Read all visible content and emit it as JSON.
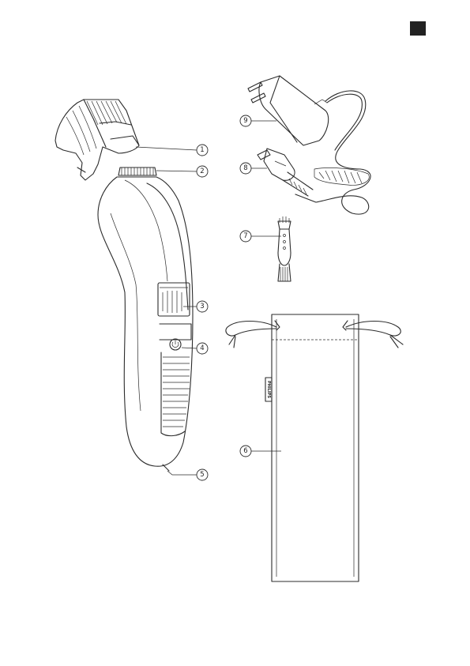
{
  "page": {
    "corner_mark_color": "#222222"
  },
  "callouts": [
    {
      "id": "1",
      "label": "1",
      "part": "comb"
    },
    {
      "id": "2",
      "label": "2",
      "part": "blade"
    },
    {
      "id": "3",
      "label": "3",
      "part": "length-selector"
    },
    {
      "id": "4",
      "label": "4",
      "part": "power-button"
    },
    {
      "id": "5",
      "label": "5",
      "part": "socket"
    },
    {
      "id": "6",
      "label": "6",
      "part": "pouch"
    },
    {
      "id": "7",
      "label": "7",
      "part": "cleaning-brush"
    },
    {
      "id": "8",
      "label": "8",
      "part": "plug"
    },
    {
      "id": "9",
      "label": "9",
      "part": "adapter"
    }
  ],
  "pouch": {
    "brand_tag": "PHILIPS"
  }
}
